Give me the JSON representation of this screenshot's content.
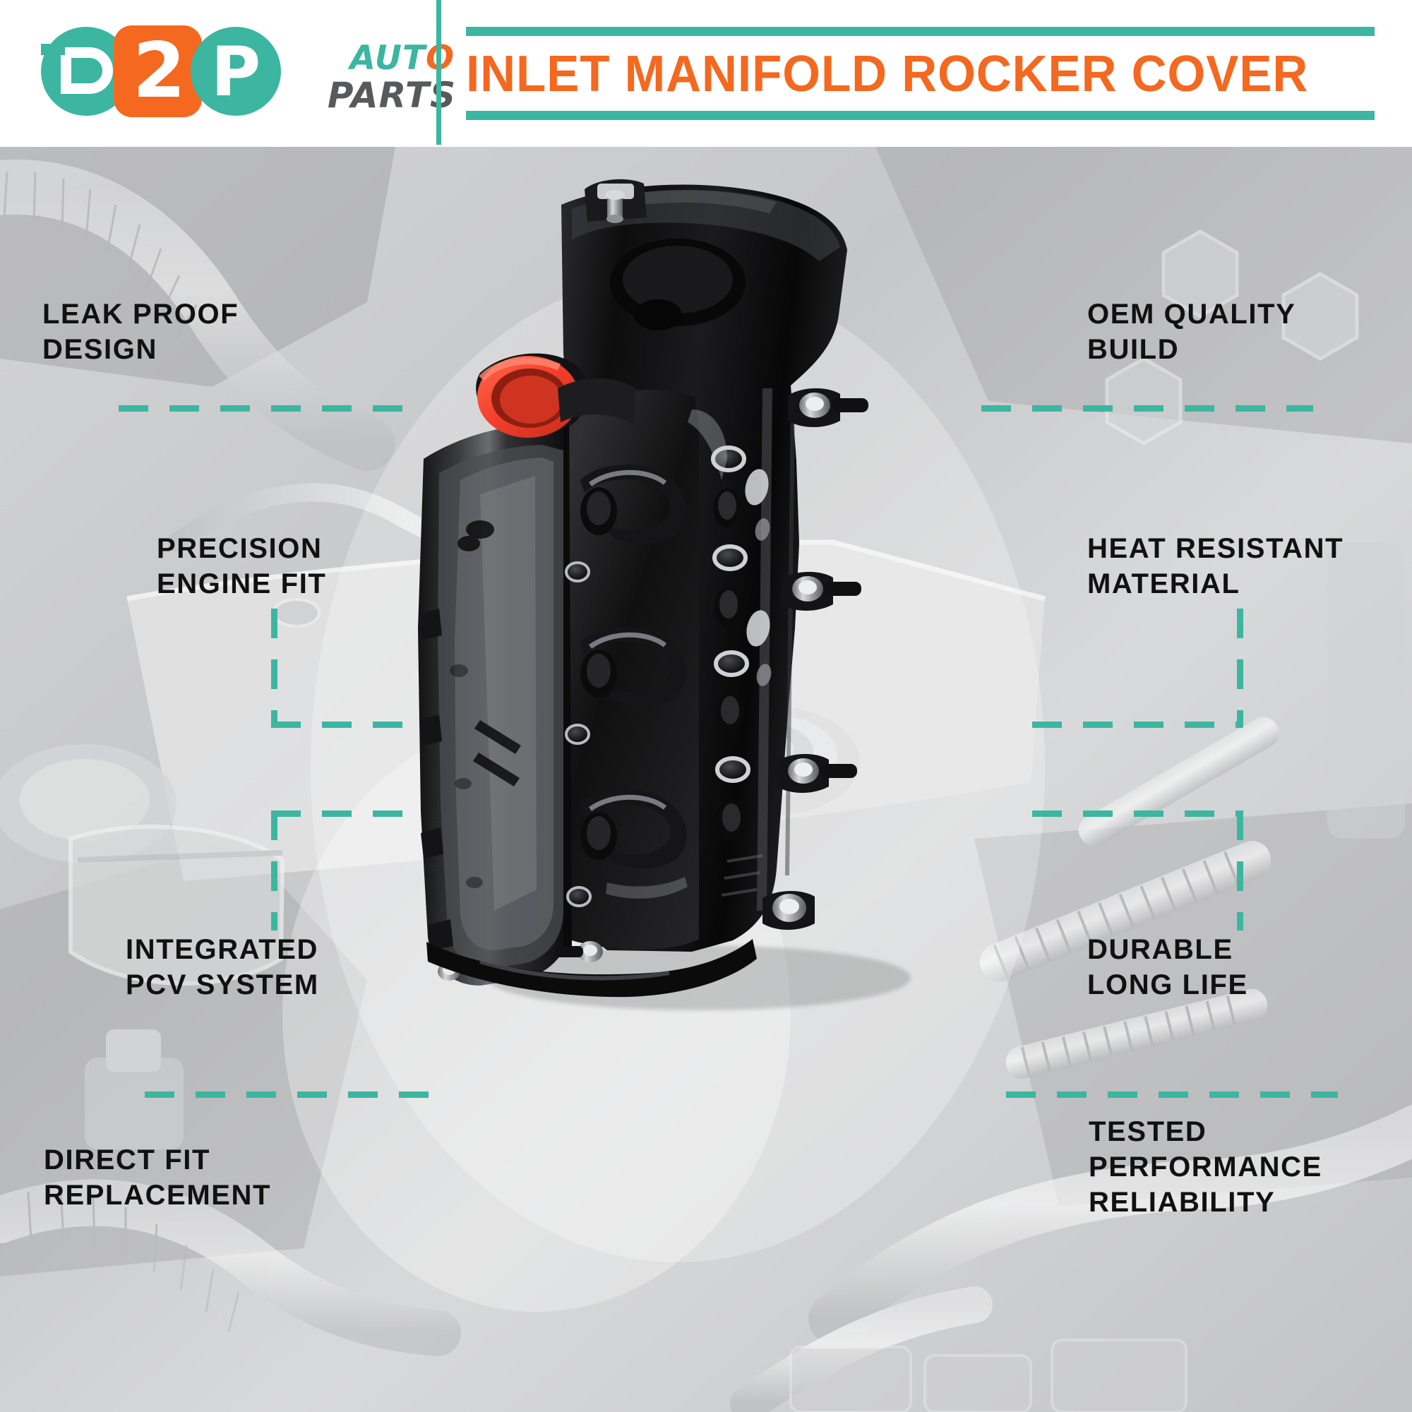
{
  "brand": {
    "logo_letter_d": "D",
    "logo_letter_2": "2",
    "logo_letter_p": "P",
    "logo_word_auto": "AUT",
    "logo_word_auto_last": "O",
    "logo_word_parts": "PARTS"
  },
  "header": {
    "title": "INLET MANIFOLD ROCKER COVER"
  },
  "colors": {
    "teal": "#3cb6a0",
    "orange": "#f4681f",
    "gray": "#58595b",
    "label_black": "#111111",
    "cap_red": "#f5402c"
  },
  "callouts": [
    {
      "id": "leak-proof-design",
      "side": "left",
      "lines": [
        "LEAK PROOF",
        "DESIGN"
      ]
    },
    {
      "id": "oem-quality-build",
      "side": "right",
      "lines": [
        "OEM QUALITY",
        "BUILD"
      ]
    },
    {
      "id": "precision-engine-fit",
      "side": "left",
      "lines": [
        "PRECISION",
        "ENGINE FIT"
      ]
    },
    {
      "id": "heat-resistant-material",
      "side": "right",
      "lines": [
        "HEAT RESISTANT",
        "MATERIAL"
      ]
    },
    {
      "id": "integrated-pcv-system",
      "side": "left",
      "lines": [
        "INTEGRATED",
        "PCV SYSTEM"
      ]
    },
    {
      "id": "durable-long-life",
      "side": "right",
      "lines": [
        "DURABLE",
        "LONG LIFE"
      ]
    },
    {
      "id": "direct-fit-replacement",
      "side": "left",
      "lines": [
        "DIRECT FIT",
        "REPLACEMENT"
      ]
    },
    {
      "id": "tested-performance-reliability",
      "side": "right",
      "lines": [
        "TESTED",
        "PERFORMANCE",
        "RELIABILITY"
      ]
    }
  ],
  "callout_text": {
    "c1l1": "LEAK PROOF",
    "c1l2": "DESIGN",
    "c2l1": "OEM QUALITY",
    "c2l2": "BUILD",
    "c3l1": "PRECISION",
    "c3l2": "ENGINE FIT",
    "c4l1": "HEAT RESISTANT",
    "c4l2": "MATERIAL",
    "c5l1": "INTEGRATED",
    "c5l2": "PCV SYSTEM",
    "c6l1": "DURABLE",
    "c6l2": "LONG LIFE",
    "c7l1": "DIRECT FIT",
    "c7l2": "REPLACEMENT",
    "c8l1": "TESTED",
    "c8l2": "PERFORMANCE",
    "c8l3": "RELIABILITY"
  },
  "product": {
    "name": "inlet-manifold-rocker-cover",
    "description": "Black plastic engine rocker cover / inlet manifold with red oil filler port and metal bolts"
  }
}
